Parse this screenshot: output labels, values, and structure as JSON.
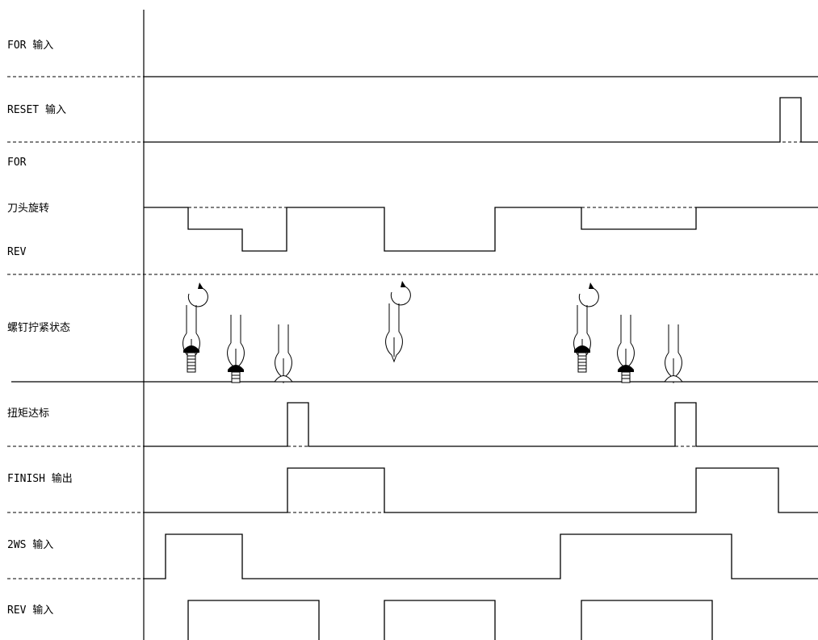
{
  "rows": [
    {
      "id": "for_in",
      "label": "FOR 输入"
    },
    {
      "id": "reset_in",
      "label": "RESET 输入"
    },
    {
      "id": "for",
      "label": "FOR"
    },
    {
      "id": "bit_rotation",
      "label": "刀头旋转"
    },
    {
      "id": "rev",
      "label": "REV"
    },
    {
      "id": "screw_state",
      "label": "螺钉拧紧状态"
    },
    {
      "id": "torque_reached",
      "label": "扭矩达标"
    },
    {
      "id": "finish_out",
      "label": "FINISH 输出"
    },
    {
      "id": "ws2_in",
      "label": "2WS 输入"
    },
    {
      "id": "rev_in",
      "label": "REV 输入"
    }
  ],
  "screw_icons": [
    {
      "kind": "rotating-screw-long"
    },
    {
      "kind": "screw-medium"
    },
    {
      "kind": "screw-seated"
    },
    {
      "kind": "rotating-bit"
    },
    {
      "kind": "rotating-screw-long"
    },
    {
      "kind": "screw-medium"
    },
    {
      "kind": "screw-seated"
    }
  ]
}
